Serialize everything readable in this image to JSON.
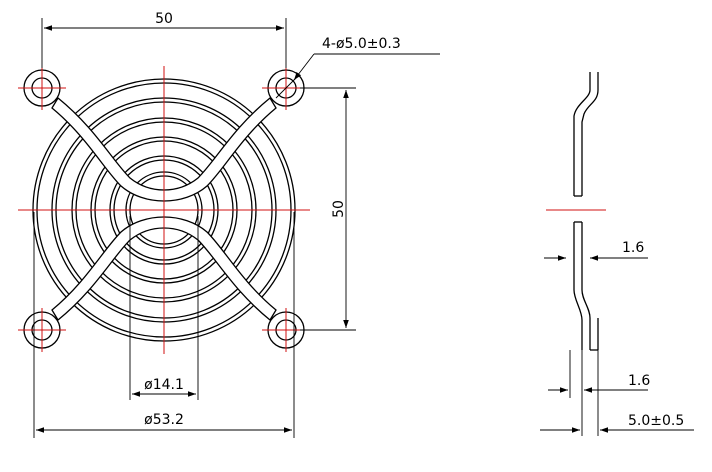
{
  "colors": {
    "outline": "#000000",
    "centerline": "#d01010",
    "background": "#ffffff"
  },
  "dimensions": {
    "top_width": "50",
    "hole_callout": "4-ø5.0±0.3",
    "right_height": "50",
    "inner_diameter": "ø14.1",
    "outer_diameter": "ø53.2",
    "wire_thickness_upper": "1.6",
    "wire_thickness_lower": "1.6",
    "overall_depth": "5.0±0.5"
  }
}
